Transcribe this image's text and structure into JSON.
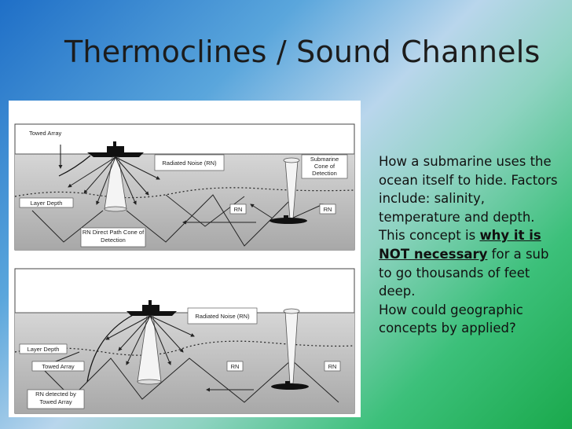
{
  "slide": {
    "title": "Thermoclines / Sound Channels",
    "body": {
      "p1": "How a submarine uses the ocean itself to hide. Factors include: salinity, temperature and depth.",
      "p2_before": "This concept is ",
      "p2_strong": "why it is NOT necessary",
      "p2_after": " for a sub to go thousands of feet deep.",
      "p3": "How could geographic concepts by applied?"
    }
  },
  "diagram_top": {
    "towed_array": "Towed Array",
    "radiated_noise": "Radiated Noise (RN)",
    "submarine_cone": "Submarine Cone of Detection",
    "layer_depth": "Layer Depth",
    "rn_left": "RN",
    "rn_right": "RN",
    "rn_direct_path": "RN Direct Path Cone of Detection"
  },
  "diagram_bottom": {
    "radiated_noise": "Radiated Noise (RN)",
    "layer_depth": "Layer Depth",
    "towed_array": "Towed Array",
    "rn_left": "RN",
    "rn_right": "RN",
    "rn_detected": "RN detected by Towed Array"
  }
}
